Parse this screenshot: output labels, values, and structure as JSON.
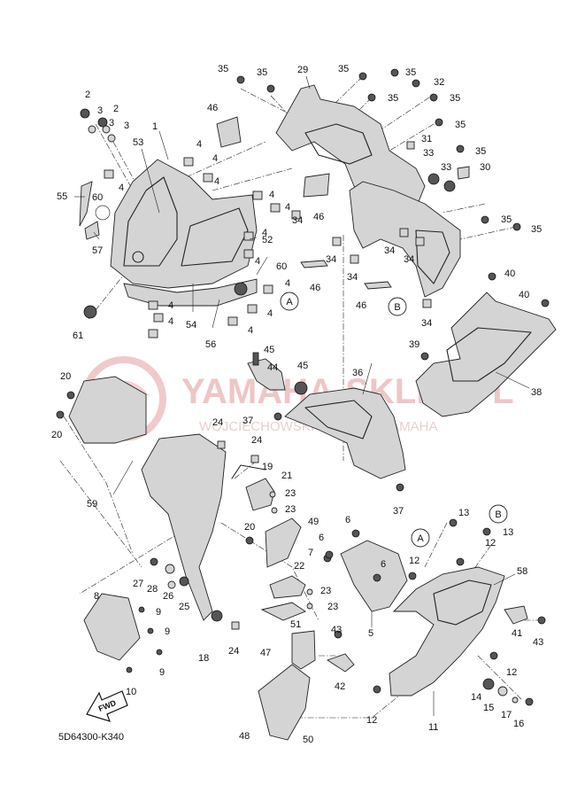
{
  "watermark": {
    "brand": "YAMAHA-SKLEP.PL",
    "tagline": "WOJCIECHOWSKI - DEALER YAMAHA",
    "color": "#e8b4b4"
  },
  "diagram_code": "5D64300-K340",
  "fwd_label": "FWD",
  "reference_markers": [
    "A",
    "B",
    "A",
    "B"
  ],
  "callouts": [
    {
      "id": "c2a",
      "text": "2"
    },
    {
      "id": "c2b",
      "text": "2"
    },
    {
      "id": "c3a",
      "text": "3"
    },
    {
      "id": "c3b",
      "text": "3"
    },
    {
      "id": "c3c",
      "text": "3"
    },
    {
      "id": "c1",
      "text": "1"
    },
    {
      "id": "c53",
      "text": "53"
    },
    {
      "id": "c55",
      "text": "55"
    },
    {
      "id": "c60a",
      "text": "60"
    },
    {
      "id": "c57",
      "text": "57"
    },
    {
      "id": "c4a",
      "text": "4"
    },
    {
      "id": "c4b",
      "text": "4"
    },
    {
      "id": "c4c",
      "text": "4"
    },
    {
      "id": "c4d",
      "text": "4"
    },
    {
      "id": "c4e",
      "text": "4"
    },
    {
      "id": "c4f",
      "text": "4"
    },
    {
      "id": "c4g",
      "text": "4"
    },
    {
      "id": "c4h",
      "text": "4"
    },
    {
      "id": "c4i",
      "text": "4"
    },
    {
      "id": "c4j",
      "text": "4"
    },
    {
      "id": "c4k",
      "text": "4"
    },
    {
      "id": "c4l",
      "text": "4"
    },
    {
      "id": "c4m",
      "text": "4"
    },
    {
      "id": "c46a",
      "text": "46"
    },
    {
      "id": "c52",
      "text": "52"
    },
    {
      "id": "c60b",
      "text": "60"
    },
    {
      "id": "c54",
      "text": "54"
    },
    {
      "id": "c56",
      "text": "56"
    },
    {
      "id": "c61",
      "text": "61"
    },
    {
      "id": "c35a",
      "text": "35"
    },
    {
      "id": "c35b",
      "text": "35"
    },
    {
      "id": "c29",
      "text": "29"
    },
    {
      "id": "c35c",
      "text": "35"
    },
    {
      "id": "c35d",
      "text": "35"
    },
    {
      "id": "c32",
      "text": "32"
    },
    {
      "id": "c35e",
      "text": "35"
    },
    {
      "id": "c35f",
      "text": "35"
    },
    {
      "id": "c35g",
      "text": "35"
    },
    {
      "id": "c31",
      "text": "31"
    },
    {
      "id": "c35h",
      "text": "35"
    },
    {
      "id": "c33a",
      "text": "33"
    },
    {
      "id": "c33b",
      "text": "33"
    },
    {
      "id": "c30",
      "text": "30"
    },
    {
      "id": "c35i",
      "text": "35"
    },
    {
      "id": "c35j",
      "text": "35"
    },
    {
      "id": "c34a",
      "text": "34"
    },
    {
      "id": "c46b",
      "text": "46"
    },
    {
      "id": "c34b",
      "text": "34"
    },
    {
      "id": "c34c",
      "text": "34"
    },
    {
      "id": "c34d",
      "text": "34"
    },
    {
      "id": "c46c",
      "text": "46"
    },
    {
      "id": "c34e",
      "text": "34"
    },
    {
      "id": "c46d",
      "text": "46"
    },
    {
      "id": "c34f",
      "text": "34"
    },
    {
      "id": "c40a",
      "text": "40"
    },
    {
      "id": "c40b",
      "text": "40"
    },
    {
      "id": "c45a",
      "text": "45"
    },
    {
      "id": "c44",
      "text": "44"
    },
    {
      "id": "c45b",
      "text": "45"
    },
    {
      "id": "c39",
      "text": "39"
    },
    {
      "id": "c36",
      "text": "36"
    },
    {
      "id": "c38",
      "text": "38"
    },
    {
      "id": "c20a",
      "text": "20"
    },
    {
      "id": "c20b",
      "text": "20"
    },
    {
      "id": "c37a",
      "text": "37"
    },
    {
      "id": "c24a",
      "text": "24"
    },
    {
      "id": "c24b",
      "text": "24"
    },
    {
      "id": "c19",
      "text": "19"
    },
    {
      "id": "c21",
      "text": "21"
    },
    {
      "id": "c23a",
      "text": "23"
    },
    {
      "id": "c23b",
      "text": "23"
    },
    {
      "id": "c37b",
      "text": "37"
    },
    {
      "id": "c59",
      "text": "59"
    },
    {
      "id": "c13a",
      "text": "13"
    },
    {
      "id": "c13b",
      "text": "13"
    },
    {
      "id": "c6a",
      "text": "6"
    },
    {
      "id": "c6b",
      "text": "6"
    },
    {
      "id": "c6c",
      "text": "6"
    },
    {
      "id": "c12a",
      "text": "12"
    },
    {
      "id": "c12b",
      "text": "12"
    },
    {
      "id": "c58",
      "text": "58"
    },
    {
      "id": "c49",
      "text": "49"
    },
    {
      "id": "c20c",
      "text": "20"
    },
    {
      "id": "c7",
      "text": "7"
    },
    {
      "id": "c22",
      "text": "22"
    },
    {
      "id": "c23c",
      "text": "23"
    },
    {
      "id": "c23d",
      "text": "23"
    },
    {
      "id": "c27",
      "text": "27"
    },
    {
      "id": "c28",
      "text": "28"
    },
    {
      "id": "c26",
      "text": "26"
    },
    {
      "id": "c25",
      "text": "25"
    },
    {
      "id": "c8",
      "text": "8"
    },
    {
      "id": "c9a",
      "text": "9"
    },
    {
      "id": "c9b",
      "text": "9"
    },
    {
      "id": "c9c",
      "text": "9"
    },
    {
      "id": "c10",
      "text": "10"
    },
    {
      "id": "c18",
      "text": "18"
    },
    {
      "id": "c24c",
      "text": "24"
    },
    {
      "id": "c51",
      "text": "51"
    },
    {
      "id": "c5",
      "text": "5"
    },
    {
      "id": "c41",
      "text": "41"
    },
    {
      "id": "c43a",
      "text": "43"
    },
    {
      "id": "c43b",
      "text": "43"
    },
    {
      "id": "c47",
      "text": "47"
    },
    {
      "id": "c42",
      "text": "42"
    },
    {
      "id": "c12c",
      "text": "12"
    },
    {
      "id": "c14",
      "text": "14"
    },
    {
      "id": "c15",
      "text": "15"
    },
    {
      "id": "c17",
      "text": "17"
    },
    {
      "id": "c16",
      "text": "16"
    },
    {
      "id": "c12d",
      "text": "12"
    },
    {
      "id": "c11",
      "text": "11"
    },
    {
      "id": "c48",
      "text": "48"
    },
    {
      "id": "c50",
      "text": "50"
    }
  ]
}
